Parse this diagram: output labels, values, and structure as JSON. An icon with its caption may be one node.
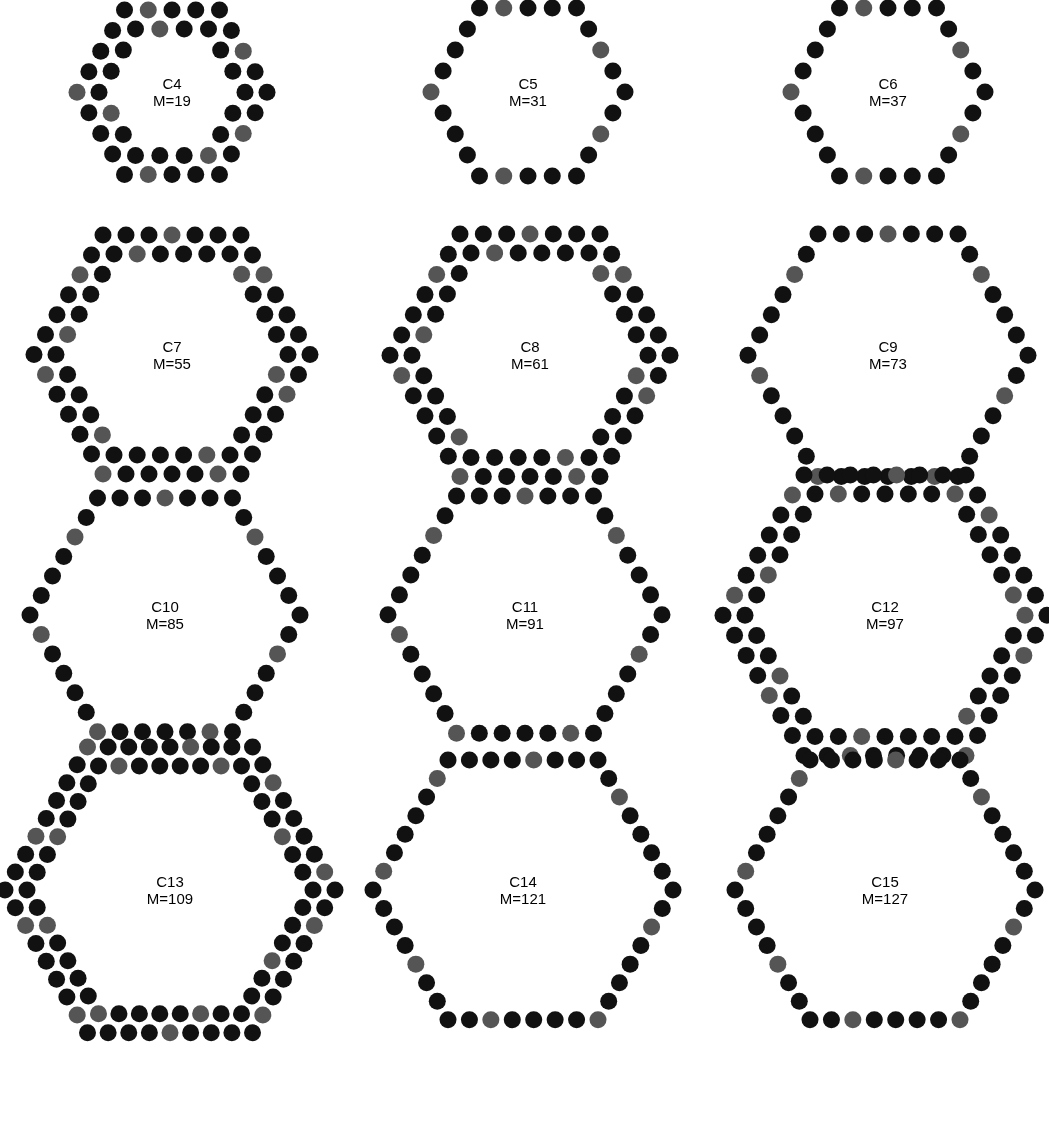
{
  "diagram": {
    "nodes": [
      {
        "text": [
          "C4",
          "M=19"
        ]
      },
      {
        "text": [
          "C5",
          "M=31"
        ]
      },
      {
        "text": [
          "C6",
          "M=37"
        ]
      },
      {
        "text": [
          "C7",
          "M=55"
        ]
      },
      {
        "text": [
          "C8",
          "M=61"
        ]
      },
      {
        "text": [
          "C9",
          "M=73"
        ]
      },
      {
        "text": [
          "C10",
          "M=85"
        ]
      },
      {
        "text": [
          "C11",
          "M=91"
        ]
      },
      {
        "text": [
          "C12",
          "M=97"
        ]
      },
      {
        "text": [
          "C13",
          "M=109"
        ]
      },
      {
        "text": [
          "C14",
          "M=121"
        ]
      },
      {
        "text": [
          "C15",
          "M=127"
        ]
      }
    ]
  }
}
